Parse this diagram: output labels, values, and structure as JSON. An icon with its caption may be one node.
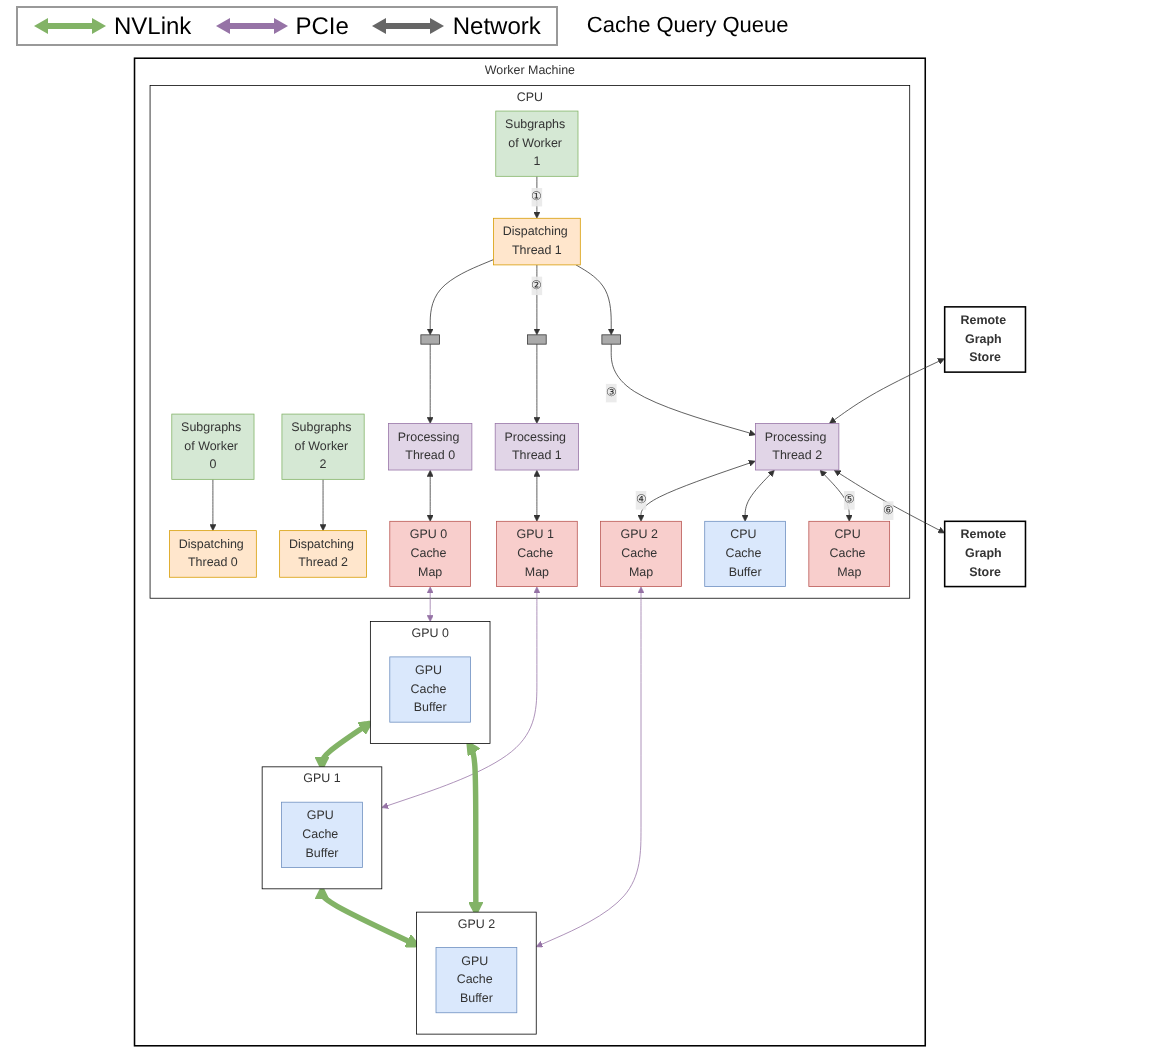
{
  "diagram": {
    "nodes": [
      {
        "text": [
          "Remote Graph Store"
        ]
      },
      {
        "text": [
          "Remote Graph Store"
        ]
      },
      {
        "text": [
          "Worker Machine"
        ]
      },
      {
        "text": [
          "CPU"
        ],
        "in": 2
      },
      {
        "text": [
          "Subgraphs of Worker 0"
        ],
        "in": 3
      },
      {
        "text": [
          "Subgraphs of Worker 1"
        ],
        "in": 3
      },
      {
        "text": [
          "Subgraphs of Worker 2"
        ],
        "in": 3
      },
      {
        "text": [
          "Dispatching Thread 0"
        ],
        "in": 3
      },
      {
        "text": [
          "Dispatching Thread 1"
        ],
        "in": 3
      },
      {
        "text": [
          "Dispatching Thread 2"
        ],
        "in": 3
      },
      {
        "text": [],
        "shape": "bar",
        "in": 3
      },
      {
        "text": [],
        "shape": "bar",
        "in": 3
      },
      {
        "text": [],
        "shape": "bar",
        "in": 3
      },
      {
        "text": [
          "Processing Thread 0"
        ],
        "in": 3
      },
      {
        "text": [
          "Processing Thread 1"
        ],
        "in": 3
      },
      {
        "text": [
          "Processing Thread 2"
        ],
        "in": 3
      },
      {
        "text": [
          "CPU Cache Buffer"
        ],
        "in": 3
      },
      {
        "text": [
          "CPU Cache Map"
        ],
        "in": 3
      },
      {
        "text": [
          "GPU 0 Cache Map"
        ],
        "in": 3
      },
      {
        "text": [
          "GPU 1 Cache Map"
        ],
        "in": 3
      },
      {
        "text": [
          "GPU 2 Cache Map"
        ],
        "in": 3
      },
      {
        "text": [
          "GPU 0"
        ],
        "in": 2
      },
      {
        "text": [
          "GPU Cache Buffer"
        ],
        "in": 21
      },
      {
        "text": [
          "GPU 1"
        ],
        "in": 2
      },
      {
        "text": [
          "GPU Cache Buffer"
        ],
        "in": 23
      },
      {
        "text": [
          "GPU 2"
        ],
        "in": 2
      },
      {
        "text": [
          "GPU Cache Buffer"
        ],
        "in": 25
      }
    ],
    "edges": [
      {
        "from": 4,
        "to": 7,
        "arrow": "to"
      },
      {
        "from": 5,
        "to": 8,
        "arrow": "to",
        "label": "①"
      },
      {
        "from": 6,
        "to": 9,
        "arrow": "to"
      },
      {
        "from": 8,
        "to": 10,
        "arrow": "to"
      },
      {
        "from": 8,
        "to": 11,
        "arrow": "to",
        "label": "②"
      },
      {
        "from": 8,
        "to": 12,
        "arrow": "to"
      },
      {
        "from": 10,
        "to": 13,
        "arrow": "to"
      },
      {
        "from": 11,
        "to": 14,
        "arrow": "to"
      },
      {
        "from": 12,
        "to": 15,
        "arrow": "to",
        "label": "③"
      },
      {
        "from": 13,
        "to": 18,
        "arrow": "both"
      },
      {
        "from": 14,
        "to": 19,
        "arrow": "both"
      },
      {
        "from": 15,
        "to": 20,
        "arrow": "both",
        "label": "④"
      },
      {
        "from": 15,
        "to": 16,
        "arrow": "both"
      },
      {
        "from": 15,
        "to": 17,
        "arrow": "both",
        "label": "⑤"
      },
      {
        "from": 15,
        "to": 1,
        "arrow": "both",
        "label": "⑥"
      },
      {
        "from": 0,
        "to": 15,
        "arrow": "both"
      },
      {
        "from": 18,
        "to": 21,
        "arrow": "both",
        "color": "#9673a6"
      },
      {
        "from": 19,
        "to": 23,
        "arrow": "both",
        "color": "#9673a6"
      },
      {
        "from": 20,
        "to": 25,
        "arrow": "both",
        "color": "#9673a6"
      },
      {
        "from": 21,
        "to": 23,
        "arrow": "both",
        "style": "thick",
        "color": "#82b366"
      },
      {
        "from": 23,
        "to": 25,
        "arrow": "both",
        "style": "thick",
        "color": "#82b366"
      },
      {
        "from": 21,
        "to": 25,
        "arrow": "both",
        "style": "thick",
        "color": "#82b366"
      }
    ],
    "labels": [
      "Cache Query Queue"
    ],
    "legend": [
      {
        "text": "NVLink"
      },
      {
        "text": "PCIe"
      },
      {
        "text": "Network"
      }
    ]
  }
}
